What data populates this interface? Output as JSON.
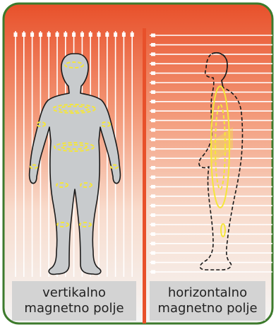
{
  "panels": {
    "left": {
      "line1": "vertikalno",
      "line2": "magnetno polje"
    },
    "right": {
      "line1": "horizontalno",
      "line2": "magnetno polje"
    }
  },
  "colors": {
    "border": "#3d7a2c",
    "gradient_top": "#e8502a",
    "gradient_bottom": "#f5f5f5",
    "divider": "#e8502a",
    "field_line": "#ffffff",
    "body_fill": "#c8cbcd",
    "body_outline": "#1a1a1a",
    "current_loop": "#f5e63a",
    "caption_box": "#d3d3d3"
  }
}
